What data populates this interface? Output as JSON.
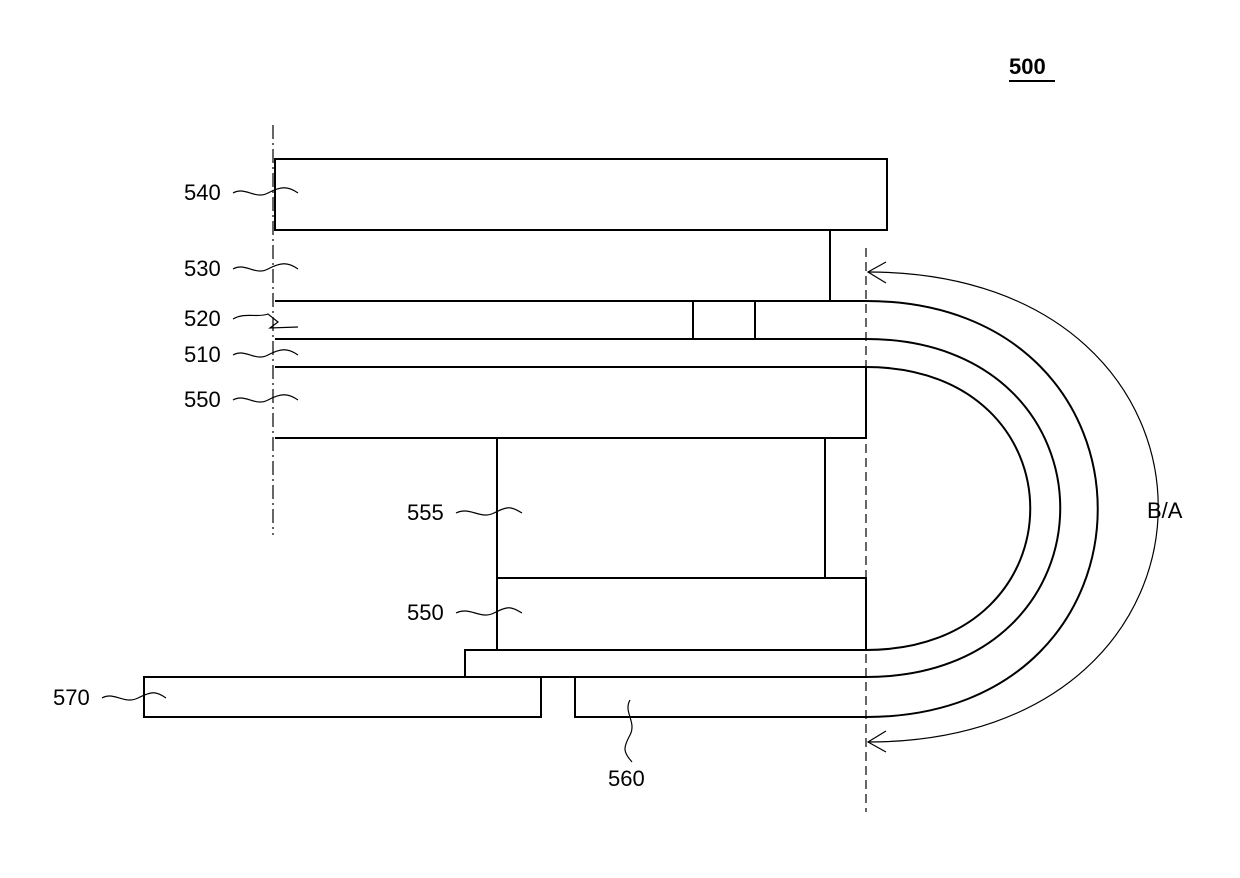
{
  "figure": {
    "number": "500"
  },
  "labels": {
    "l540": "540",
    "l530": "530",
    "l520": "520",
    "l510": "510",
    "l550_top": "550",
    "l555": "555",
    "l550_bottom": "550",
    "l570": "570",
    "l560": "560",
    "bend": "B/A"
  },
  "colors": {
    "stroke": "#000000",
    "background": "#ffffff"
  }
}
